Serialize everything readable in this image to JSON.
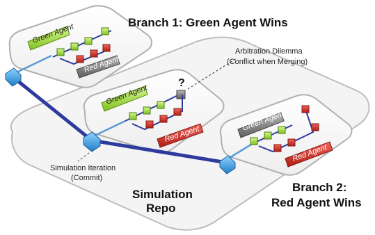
{
  "title_branch1": "Branch 1: Green Agent Wins",
  "title_branch2_line1": "Branch 2:",
  "title_branch2_line2": "Red Agent Wins",
  "repo_line1": "Simulation",
  "repo_line2": "Repo",
  "arbitration_line1": "Arbitration Dilemma",
  "arbitration_line2": "(Conflict when Merging)",
  "iteration_line1": "Simulation Iteration",
  "iteration_line2": "(Commit)",
  "question_mark": "?",
  "green_agent": "Green Agent",
  "red_agent": "Red Agent",
  "colors": {
    "green_agent": "#a6e04a",
    "red_agent": "#d8322a",
    "grey_agent": "#8a8a8a",
    "commit_blue": "#2f8fd6",
    "track_blue": "#2e3a9e"
  }
}
